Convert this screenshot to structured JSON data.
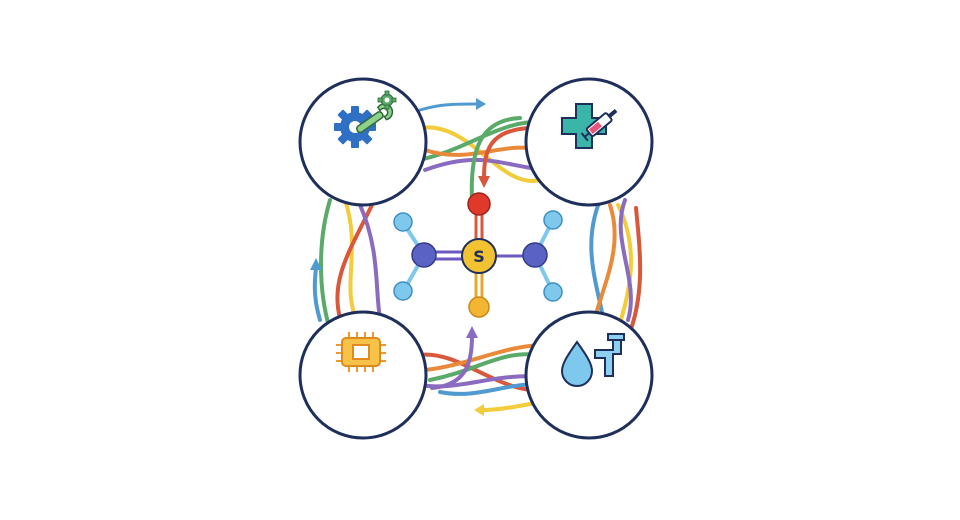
{
  "diagram": {
    "center_label": "S",
    "nodes": [
      {
        "id": "industry",
        "icon": "gear-with-wrench-icon"
      },
      {
        "id": "medicine",
        "icon": "medical-cross-syringe-icon"
      },
      {
        "id": "electronics",
        "icon": "microchip-icon"
      },
      {
        "id": "water",
        "icon": "water-drop-pipe-icon"
      }
    ],
    "colors": {
      "circle_stroke": "#1f2f5c",
      "sulfur": "#f2c230",
      "oxygen": "#e0392c",
      "carbon": "#5a63c4",
      "hydrogen": "#7ec8ee",
      "bond_purple": "#6a5ac0",
      "bond_orange": "#e8a72c",
      "ribbon_blue": "#4f9bd0",
      "ribbon_green": "#5aaa6a",
      "ribbon_red": "#d9573a",
      "ribbon_purple": "#8a6bbf",
      "ribbon_yellow": "#f2cc3a",
      "ribbon_orange": "#e98a3a"
    }
  }
}
